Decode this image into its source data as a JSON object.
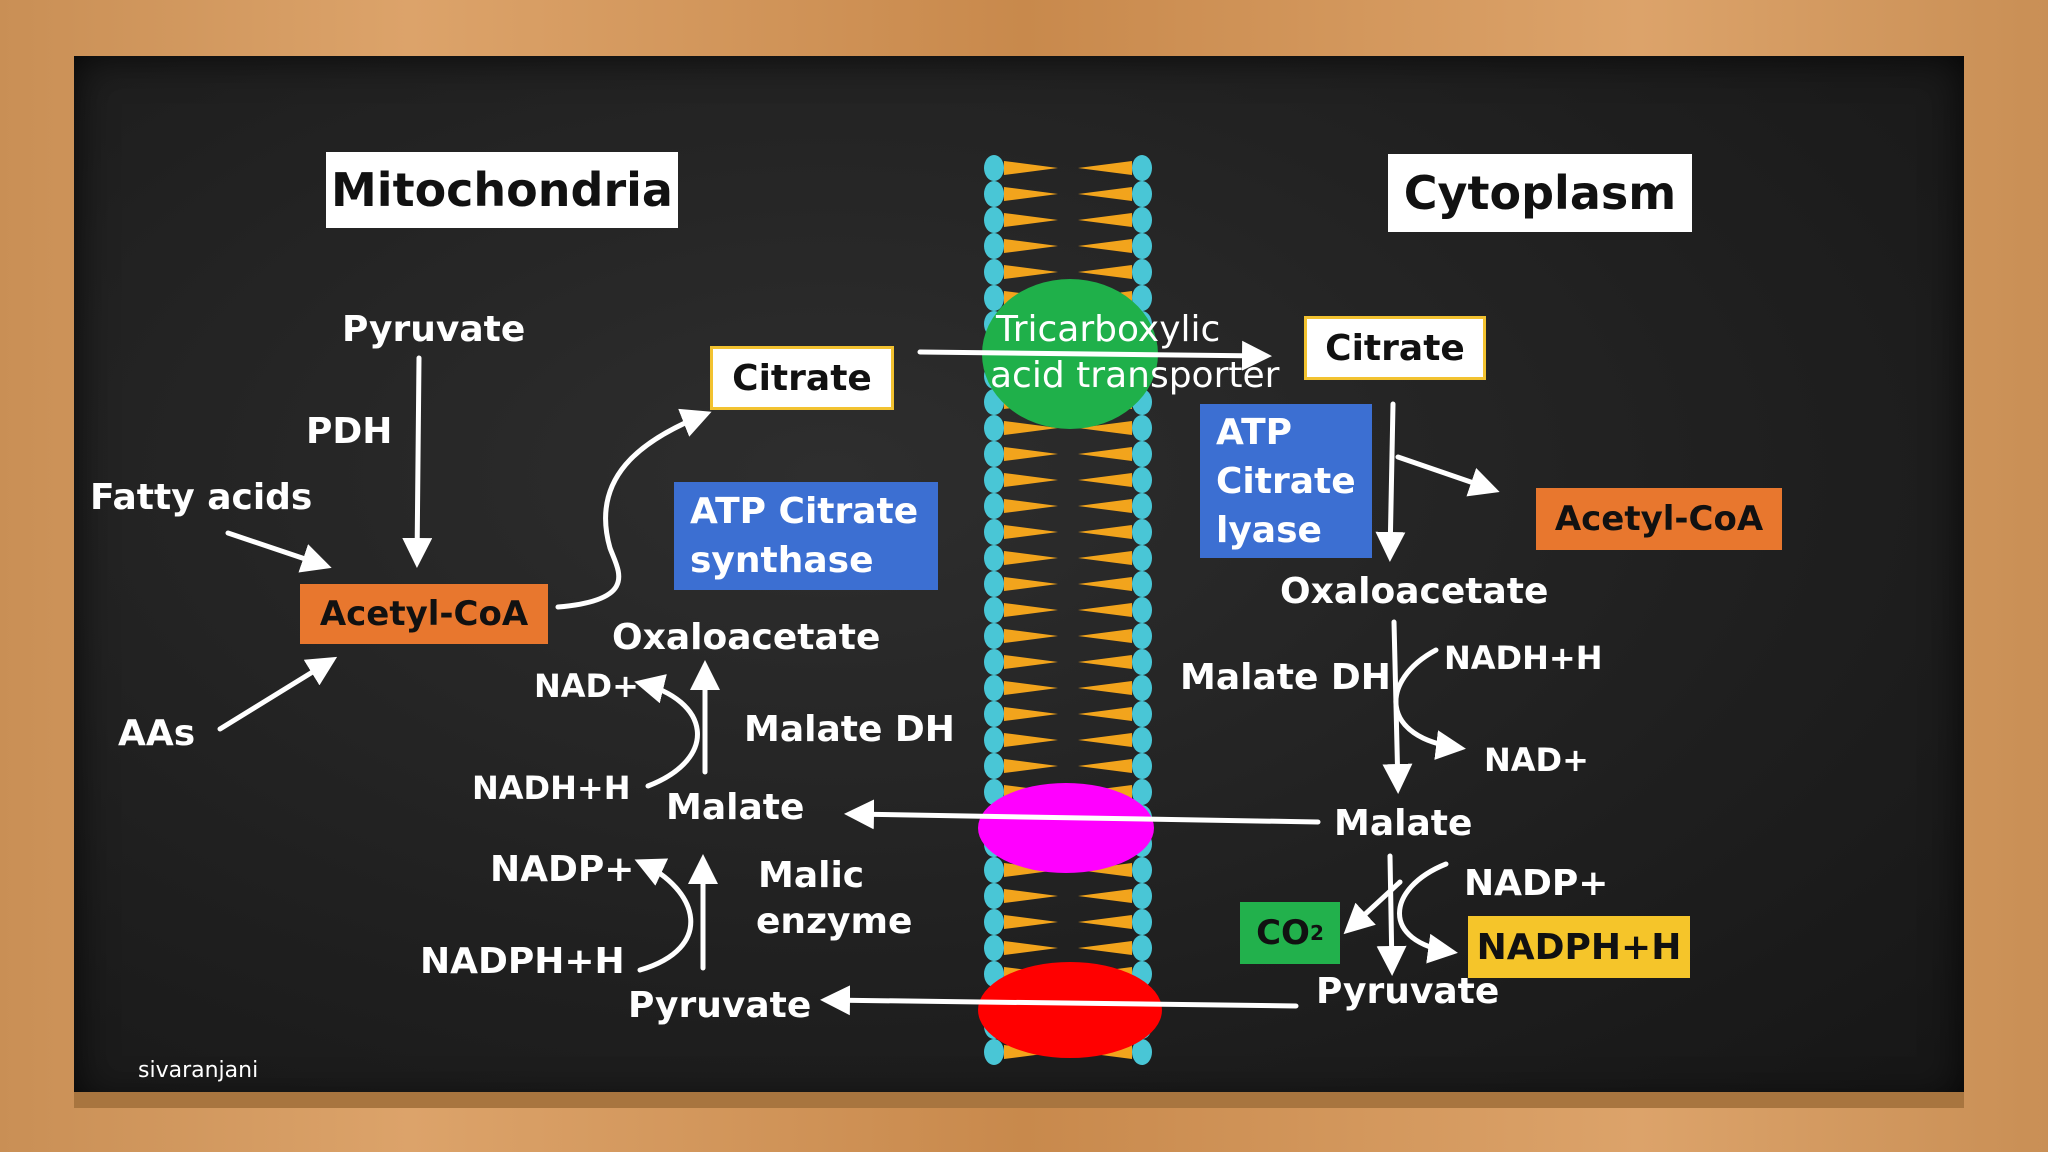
{
  "titles": {
    "left": "Mitochondria",
    "right": "Cytoplasm"
  },
  "mito": {
    "pyruvate_top": "Pyruvate",
    "pdh": "PDH",
    "fatty_acids": "Fatty acids",
    "acetyl_coa": "Acetyl-CoA",
    "aas": "AAs",
    "citrate": "Citrate",
    "enzyme_line1": "ATP Citrate",
    "enzyme_line2": "synthase",
    "oxaloacetate": "Oxaloacetate",
    "nad_plus": "NAD+",
    "nadh_h": "NADH+H",
    "malate_dh": "Malate DH",
    "malate": "Malate",
    "nadp_plus": "NADP+",
    "nadph_h": "NADPH+H",
    "malic_line1": "Malic",
    "malic_line2": "enzyme",
    "pyruvate_bottom": "Pyruvate"
  },
  "transporter": {
    "line1": "Tricarboxylic",
    "line2": "acid transporter"
  },
  "cyto": {
    "citrate": "Citrate",
    "lyase_line1": "ATP",
    "lyase_line2": "Citrate",
    "lyase_line3": "lyase",
    "acetyl_coa": "Acetyl-CoA",
    "oxaloacetate": "Oxaloacetate",
    "malate_dh": "Malate DH",
    "nadh_h": "NADH+H",
    "nad_plus": "NAD+",
    "malate": "Malate",
    "nadp_plus": "NADP+",
    "co2": "CO",
    "co2_sub": "2",
    "nadph_h": "NADPH+H",
    "pyruvate": "Pyruvate"
  },
  "watermark": "sivaranjani",
  "colors": {
    "transporter": "#1fb04a",
    "malate_carrier": "#ff00ff",
    "pyruvate_carrier": "#ff0000",
    "membrane_head": "#49c6d6",
    "membrane_tail": "#f2a41c",
    "acetyl_box": "#e8772e",
    "enzyme_box": "#3c6fd2",
    "co2_box": "#22b14c",
    "nadph_box": "#f5c52a"
  }
}
